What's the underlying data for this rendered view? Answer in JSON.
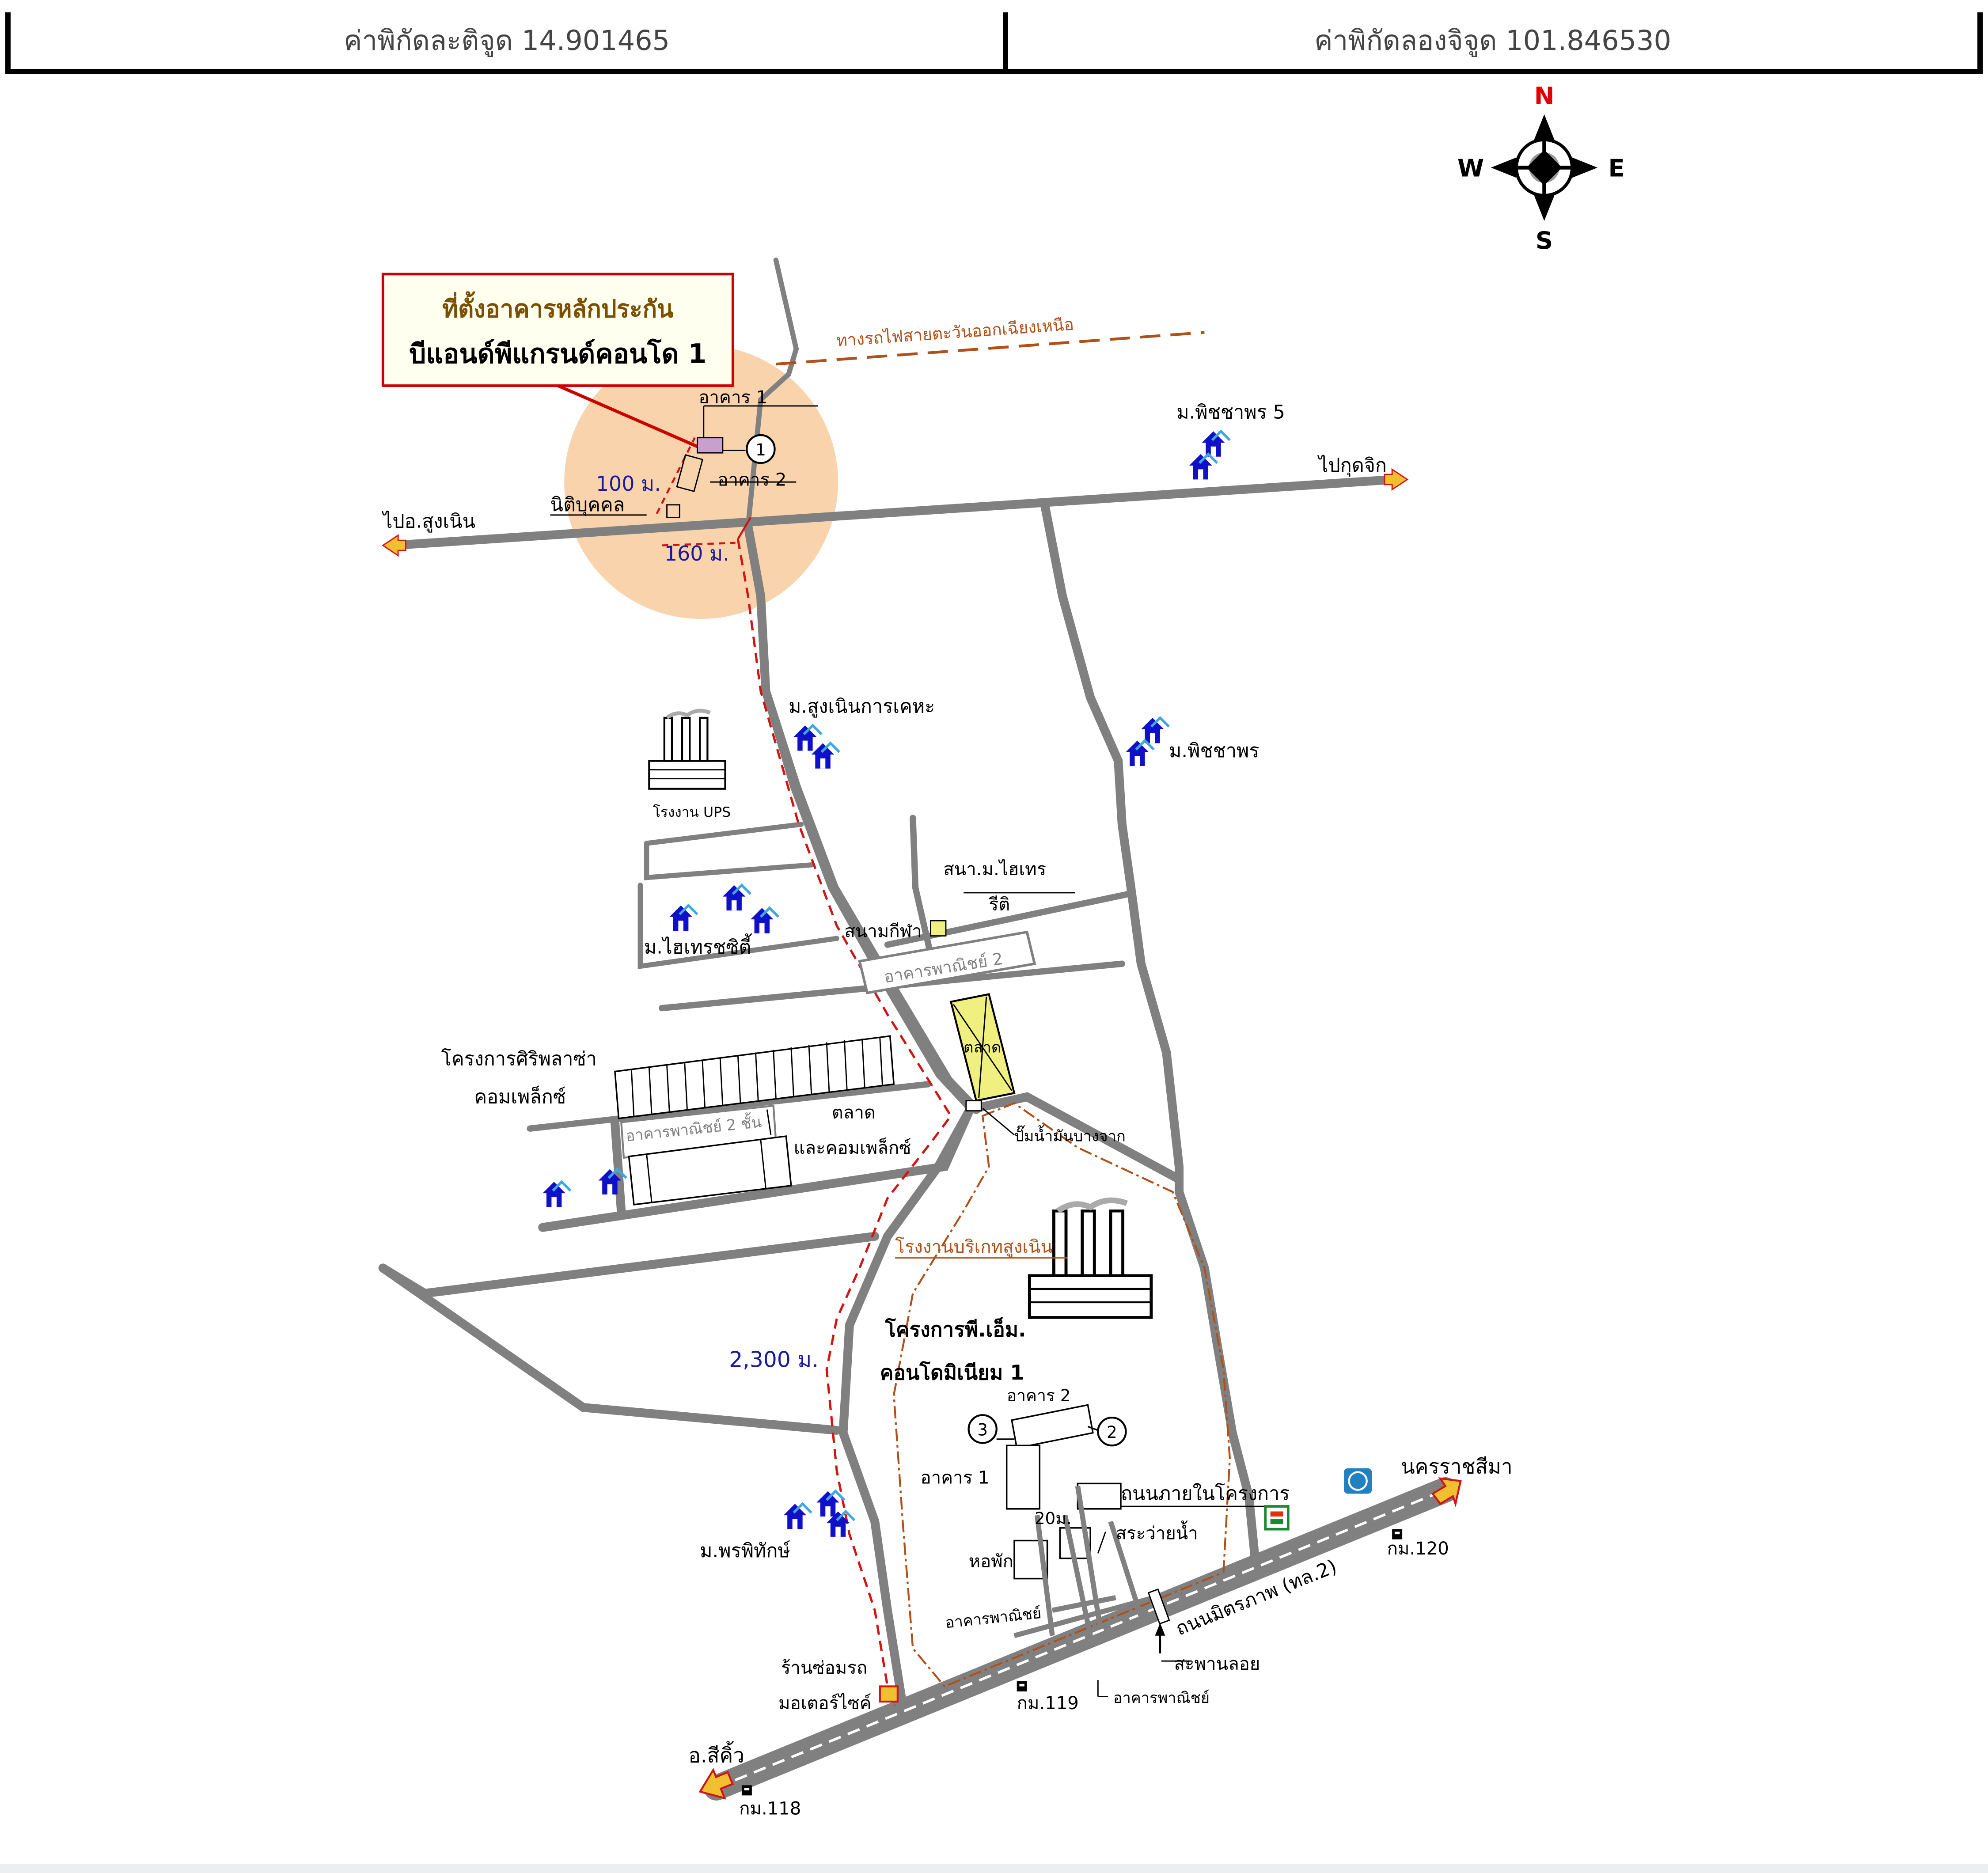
{
  "header": {
    "latitude": "ค่าพิกัดละติจูด 14.901465",
    "longitude": "ค่าพิกัดลองจิจูด 101.846530"
  },
  "compass": {
    "n": "N",
    "s": "S",
    "e": "E",
    "w": "W"
  },
  "callout": {
    "line1": "ที่ตั้งอาคารหลักประกัน",
    "line2": "บีแอนด์พีแกรนด์คอนโด 1"
  },
  "distances": {
    "d100": "100 ม.",
    "d160": "160 ม.",
    "d2300": "2,300 ม."
  },
  "markers": {
    "m1": "1",
    "m2": "2",
    "m3": "3"
  },
  "labels": {
    "railway": "ทางรถไฟสายตะวันออกเฉียงเหนือ",
    "building1_top": "อาคาร 1",
    "building2_top": "อาคาร 2",
    "juristic": "นิติบุคคล",
    "to_sungnoen": "ไปอ.สูงเนิน",
    "to_kudjik": "ไปกุดจิก",
    "pitchapon5": "ม.พิชชาพร 5",
    "sungnoen_village": "ม.สูงเนินการเคหะ",
    "ups_factory": "โรงงาน UPS",
    "pitchapon": "ม.พิชชาพร",
    "school_line1": "สนา.ม.ไฮเทร",
    "school_line2": "รีติ",
    "sports_field": "สนามกีฬา",
    "commercial2": "อาคารพาณิชย์ 2",
    "hitech_village": "ม.ไฮเทรชซิตี้",
    "market": "ตลาด",
    "siri_line1": "โครงการศิริพลาซ่า",
    "siri_line2": "คอมเพล็กซ์",
    "commercial_row": "อาคารพาณิชย์ 2 ชั้น",
    "market2": "ตลาด",
    "complex": "และคอมเพล็กซ์",
    "gas_station": "ปั๊มน้ำมันบางจาก",
    "briquette_factory": "โรงงานบริเกทสูงเนิน",
    "pm_line1": "โครงการพี.เอ็ม.",
    "pm_line2": "คอนโดมิเนียม 1",
    "pm_building2": "อาคาร 2",
    "pm_building1": "อาคาร 1",
    "internal_road": "ถนนภายในโครงการ",
    "width_20m": "20ม.",
    "pool": "สระว่ายน้ำ",
    "dorm": "หอพัก",
    "pornpitak": "ม.พรพิทักษ์",
    "commercial_bottom": "อาคารพาณิชย์",
    "highway": "ถนนมิตรภาพ (ทล.2)",
    "footbridge": "สะพานลอย",
    "nakhon_ratchasima": "นครราชสีมา",
    "km120": "กม.120",
    "km119": "กม.119",
    "commercial_lower": "อาคารพาณิชย์",
    "repair_shop_line1": "ร้านซ่อมรถ",
    "repair_shop_line2": "มอเตอร์ไซค์",
    "sikhio": "อ.สีคิ้ว",
    "km118": "กม.118"
  },
  "colors": {
    "road": "#808080",
    "highway": "#8a8a8a",
    "buffer": "#f9d3ac",
    "callout_border": "#cc0000",
    "callout_text": "#7a5000",
    "route_red": "#d01515",
    "railway": "#b0501a",
    "distance_blue": "#1a1aa0",
    "house_blue": "#1010c8",
    "house_light": "#40a8e0",
    "market_yellow": "#f0f080"
  }
}
